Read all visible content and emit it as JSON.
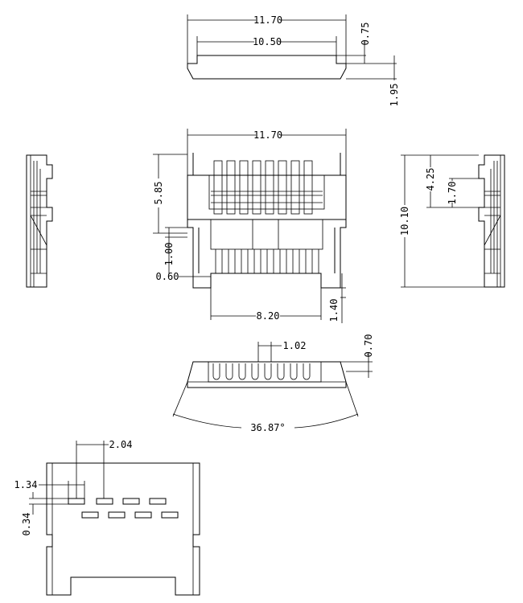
{
  "drawing": {
    "stroke_color": "#000000",
    "background": "#ffffff",
    "top_view": {
      "dim_overall_width": "11.70",
      "dim_inner_width": "10.50",
      "dim_step": "0.75",
      "dim_height": "1.95"
    },
    "front_view": {
      "dim_overall_width": "11.70",
      "dim_upper_height": "5.85",
      "dim_tab": "1.00",
      "dim_leg": "0.60",
      "dim_slot_width": "8.20",
      "dim_foot": "1.40"
    },
    "side_view": {
      "dim_total_height": "10.10",
      "dim_upper": "4.25",
      "dim_inner": "1.70"
    },
    "bottom_view": {
      "dim_pitch": "1.02",
      "dim_depth": "0.70",
      "dim_angle": "36.87°"
    },
    "footprint_view": {
      "dim_row_pitch": "2.04",
      "dim_pad_width": "1.34",
      "dim_pad_height": "0.34"
    }
  }
}
